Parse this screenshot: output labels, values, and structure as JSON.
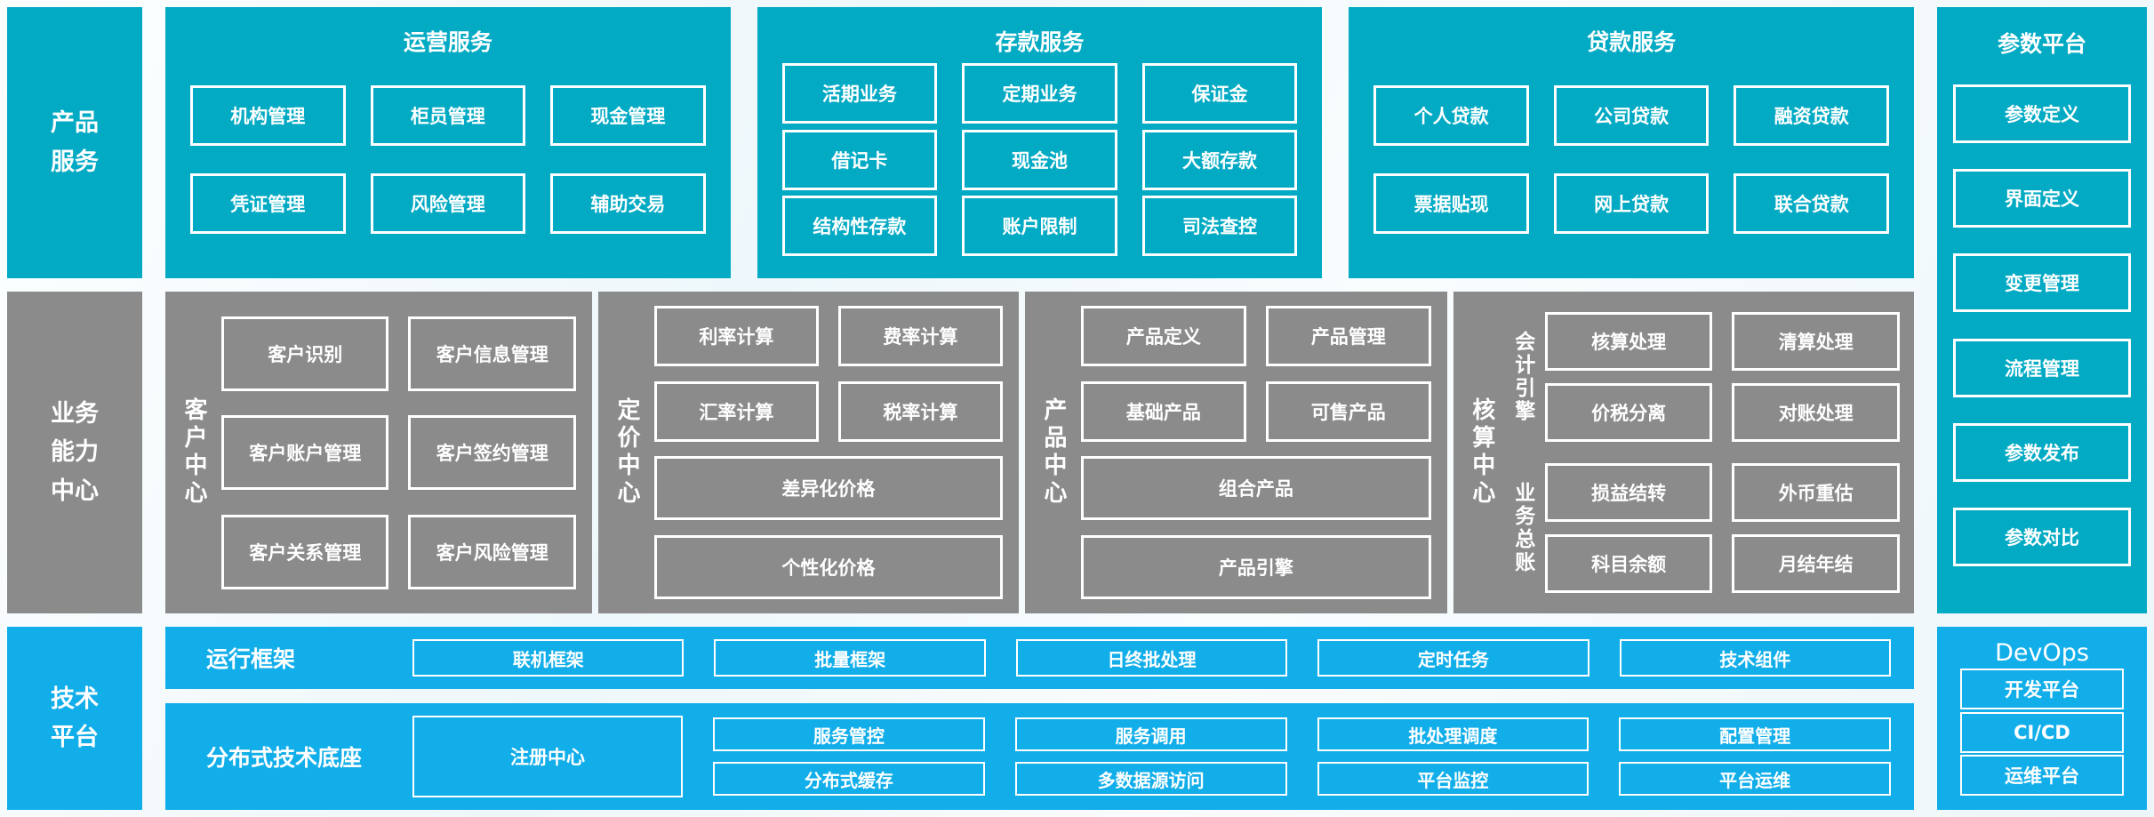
{
  "colors": {
    "teal": "#02aac4",
    "gray": "#8b8b8b",
    "blue": "#12aeea"
  },
  "rails": {
    "product": "产品服务",
    "capability": "业务能力中心",
    "tech": "技术平台"
  },
  "operations": {
    "title": "运营服务",
    "items": [
      "机构管理",
      "柜员管理",
      "现金管理",
      "凭证管理",
      "风险管理",
      "辅助交易"
    ]
  },
  "deposit": {
    "title": "存款服务",
    "items": [
      "活期业务",
      "定期业务",
      "保证金",
      "借记卡",
      "现金池",
      "大额存款",
      "结构性存款",
      "账户限制",
      "司法查控"
    ]
  },
  "loan": {
    "title": "贷款服务",
    "items": [
      "个人贷款",
      "公司贷款",
      "融资贷款",
      "票据贴现",
      "网上贷款",
      "联合贷款"
    ]
  },
  "param_platform": {
    "title": "参数平台",
    "items": [
      "参数定义",
      "界面定义",
      "变更管理",
      "流程管理",
      "参数发布",
      "参数对比"
    ]
  },
  "customer": {
    "label": "客户中心",
    "items": [
      "客户识别",
      "客户信息管理",
      "客户账户管理",
      "客户签约管理",
      "客户关系管理",
      "客户风险管理"
    ]
  },
  "pricing": {
    "label": "定价中心",
    "items": [
      "利率计算",
      "费率计算",
      "汇率计算",
      "税率计算"
    ],
    "wide_items": [
      "差异化价格",
      "个性化价格"
    ]
  },
  "product_center": {
    "label": "产品中心",
    "items": [
      "产品定义",
      "产品管理",
      "基础产品",
      "可售产品"
    ],
    "wide_items": [
      "组合产品",
      "产品引擎"
    ]
  },
  "accounting": {
    "label": "核算中心",
    "groups": [
      {
        "label": "会计引擎",
        "items": [
          "核算处理",
          "清算处理",
          "价税分离",
          "对账处理"
        ]
      },
      {
        "label": "业务总账",
        "items": [
          "损益结转",
          "外币重估",
          "科目余额",
          "月结年结"
        ]
      }
    ]
  },
  "run_framework": {
    "label": "运行框架",
    "items": [
      "联机框架",
      "批量框架",
      "日终批处理",
      "定时任务",
      "技术组件"
    ]
  },
  "distributed_base": {
    "label": "分布式技术底座",
    "registry": "注册中心",
    "items": [
      "服务管控",
      "服务调用",
      "批处理调度",
      "配置管理",
      "分布式缓存",
      "多数据源访问",
      "平台监控",
      "平台运维"
    ]
  },
  "devops": {
    "title": "DevOps",
    "items": [
      "开发平台",
      "CI/CD",
      "运维平台"
    ]
  }
}
